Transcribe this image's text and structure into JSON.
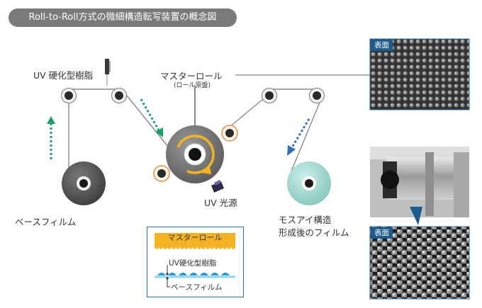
{
  "title": "Roll-to-Roll方式の微細構造転写装置の概念図",
  "labels": {
    "uv_resin": "UV 硬化型樹脂",
    "master_roll": "マスターロール",
    "master_roll_sub": "(ロール原盤)",
    "uv_light": "UV 光源",
    "base_film": "ベースフィルム",
    "moth_eye_line1": "モスアイ構造",
    "moth_eye_line2": "形成後のフィルム"
  },
  "inset": {
    "master_roll": "マスターロール",
    "uv_resin": "UV硬化型樹脂",
    "base_film": "ベースフィルム"
  },
  "photos": {
    "top_tag": "表面",
    "bottom_tag": "表面"
  },
  "colors": {
    "green_arrow": "#1e9e6a",
    "blue_arrow": "#2f6fb4",
    "master_roll_gold": "#f5b324",
    "finished_roll": "#a8d8d3",
    "photo_tag": "#1c5b8e",
    "inset_film": "#8fd3f0"
  }
}
